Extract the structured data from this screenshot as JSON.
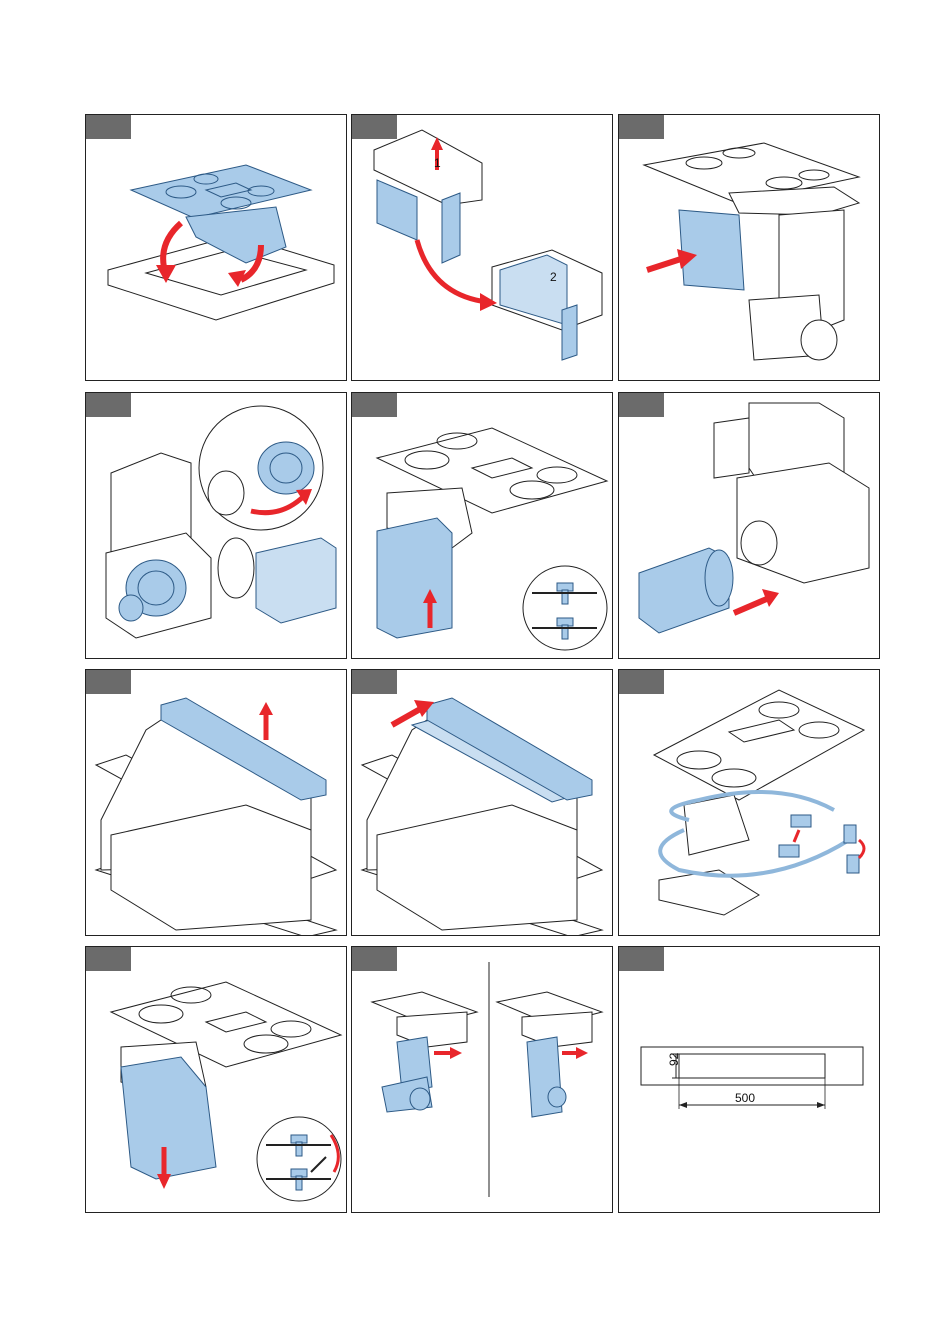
{
  "page": {
    "panels": [
      {
        "id": "p1"
      },
      {
        "id": "p2"
      },
      {
        "id": "p3"
      },
      {
        "id": "p4"
      },
      {
        "id": "p5"
      },
      {
        "id": "p6"
      },
      {
        "id": "p7"
      },
      {
        "id": "p8"
      },
      {
        "id": "p9"
      },
      {
        "id": "p10"
      },
      {
        "id": "p11"
      },
      {
        "id": "p12"
      }
    ]
  },
  "p2": {
    "step_1": "1",
    "step_2": "2"
  },
  "cutout": {
    "height": "92",
    "width": "500"
  },
  "colors": {
    "part_fill": "#a9cbe9",
    "part_stroke": "#2d5a86",
    "arrow": "#e8262b",
    "line": "#222222"
  }
}
